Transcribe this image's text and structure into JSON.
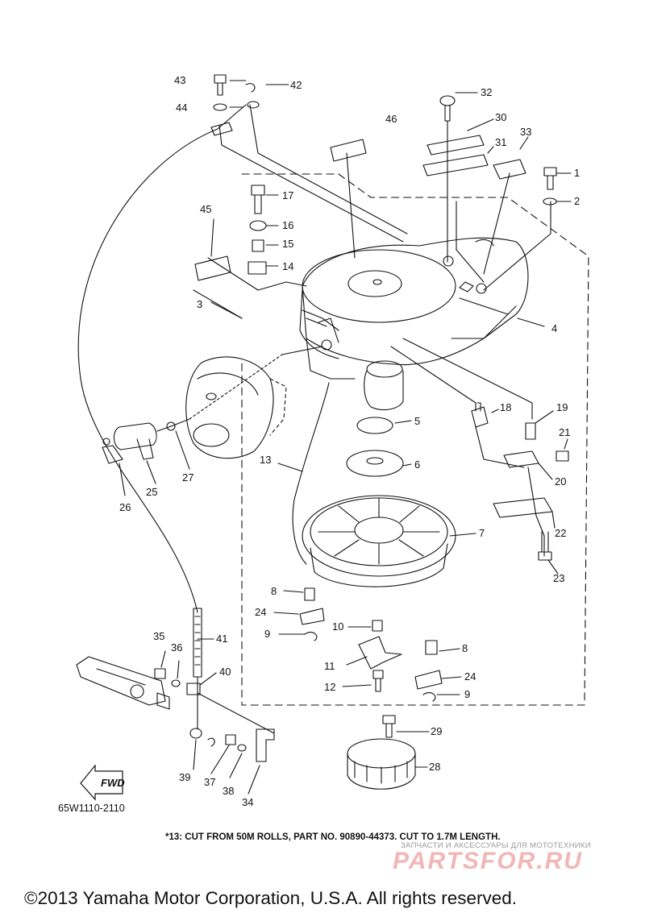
{
  "diagram": {
    "part_numbers": [
      "1",
      "2",
      "3",
      "4",
      "5",
      "6",
      "7",
      "8",
      "9",
      "10",
      "11",
      "12",
      "13",
      "14",
      "15",
      "16",
      "17",
      "18",
      "19",
      "20",
      "21",
      "22",
      "23",
      "24",
      "25",
      "26",
      "27",
      "28",
      "29",
      "30",
      "31",
      "32",
      "33",
      "34",
      "35",
      "36",
      "37",
      "38",
      "39",
      "40",
      "41",
      "42",
      "43",
      "44",
      "45",
      "46"
    ],
    "repeated_labels": {
      "eight_b": "8",
      "nine_b": "9",
      "twentyfour_b": "24"
    },
    "fwd_label": "FWD",
    "diagram_code": "65W1110-2110",
    "footnote": "*13:  CUT FROM 50M ROLLS, PART NO. 90890-44373. CUT TO 1.7M LENGTH.",
    "watermark_tagline": "ЗАПЧАСТИ И АКСЕССУАРЫ ДЛЯ МОТОТЕХНИКИ",
    "watermark_brand": "PARTSFOR.RU",
    "copyright": "©2013 Yamaha Motor Corporation, U.S.A. All rights reserved."
  },
  "colors": {
    "ink": "#111111",
    "watermark_gray": "#9a9a9a",
    "watermark_pink": "#f3b6b6"
  }
}
